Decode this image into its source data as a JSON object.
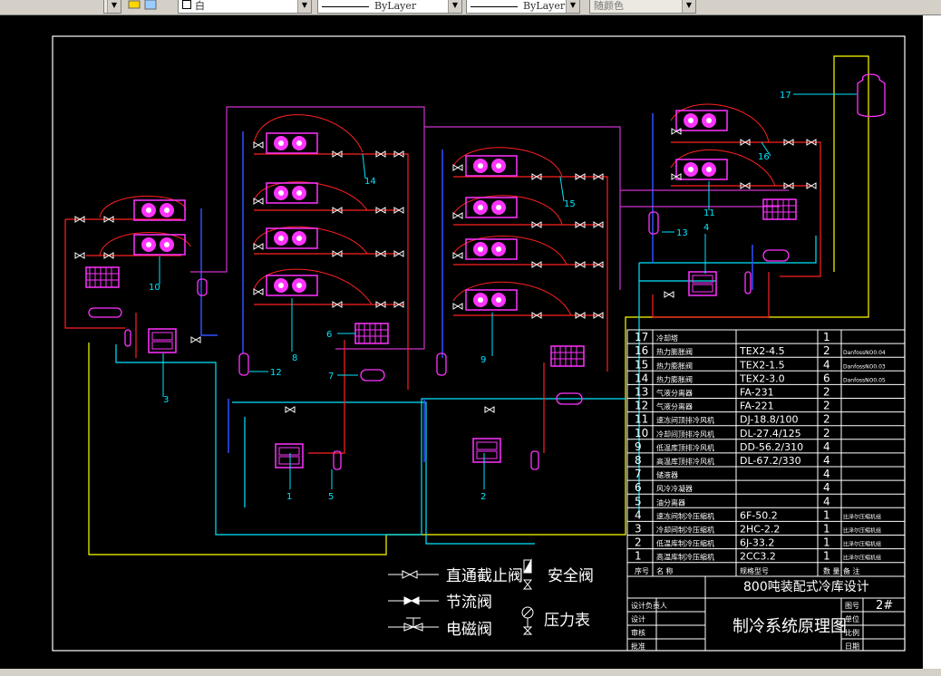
{
  "toolbar": {
    "color_select": "白",
    "linetype_select": "ByLayer",
    "lineweight_select": "ByLayer",
    "plotstyle_select": "随颜色"
  },
  "callouts": [
    "1",
    "2",
    "3",
    "4",
    "5",
    "6",
    "7",
    "8",
    "9",
    "10",
    "11",
    "12",
    "13",
    "14",
    "15",
    "16",
    "17"
  ],
  "legend": {
    "stop_valve": "直通截止阀",
    "throttle_valve": "节流阀",
    "solenoid_valve": "电磁阀",
    "safety_valve": "安全阀",
    "pressure_gauge": "压力表"
  },
  "table": {
    "rows": [
      {
        "no": "17",
        "name": "冷却塔",
        "model": "",
        "qty": "1",
        "note": ""
      },
      {
        "no": "16",
        "name": "热力膨胀阀",
        "model": "TEX2-4.5",
        "qty": "2",
        "note": "DanfossNO0.04"
      },
      {
        "no": "15",
        "name": "热力膨胀阀",
        "model": "TEX2-1.5",
        "qty": "4",
        "note": "DanfossNO0.03"
      },
      {
        "no": "14",
        "name": "热力膨胀阀",
        "model": "TEX2-3.0",
        "qty": "6",
        "note": "DanfossNO0.05"
      },
      {
        "no": "13",
        "name": "气液分离器",
        "model": "FA-231",
        "qty": "2",
        "note": ""
      },
      {
        "no": "12",
        "name": "气液分离器",
        "model": "FA-221",
        "qty": "2",
        "note": ""
      },
      {
        "no": "11",
        "name": "速冻间顶排冷风机",
        "model": "DJ-18.8/100",
        "qty": "2",
        "note": ""
      },
      {
        "no": "10",
        "name": "冷却间顶排冷风机",
        "model": "DL-27.4/125",
        "qty": "2",
        "note": ""
      },
      {
        "no": "9",
        "name": "低温库顶排冷风机",
        "model": "DD-56.2/310",
        "qty": "4",
        "note": ""
      },
      {
        "no": "8",
        "name": "高温库顶排冷风机",
        "model": "DL-67.2/330",
        "qty": "4",
        "note": ""
      },
      {
        "no": "7",
        "name": "储液器",
        "model": "",
        "qty": "4",
        "note": ""
      },
      {
        "no": "6",
        "name": "风冷冷凝器",
        "model": "",
        "qty": "4",
        "note": ""
      },
      {
        "no": "5",
        "name": "油分离器",
        "model": "",
        "qty": "4",
        "note": ""
      },
      {
        "no": "4",
        "name": "速冻间制冷压缩机",
        "model": "6F-50.2",
        "qty": "1",
        "note": "比泽尔压缩机组"
      },
      {
        "no": "3",
        "name": "冷却间制冷压缩机",
        "model": "2HC-2.2",
        "qty": "1",
        "note": "比泽尔压缩机组"
      },
      {
        "no": "2",
        "name": "低温库制冷压缩机",
        "model": "6J-33.2",
        "qty": "1",
        "note": "比泽尔压缩机组"
      },
      {
        "no": "1",
        "name": "高温库制冷压缩机",
        "model": "2CC3.2",
        "qty": "1",
        "note": "比泽尔压缩机组"
      }
    ],
    "header": {
      "no": "序号",
      "name": "名 称",
      "model": "规格型号",
      "qty": "数 量",
      "note": "备 注"
    }
  },
  "title_block": {
    "project": "800吨装配式冷库设计",
    "drawing_title": "制冷系统原理图",
    "labels_left": [
      "设计负责人",
      "设计",
      "审核",
      "批准"
    ],
    "labels_right": [
      "图号",
      "单位",
      "比例",
      "日期"
    ],
    "drawing_no": "2#"
  }
}
